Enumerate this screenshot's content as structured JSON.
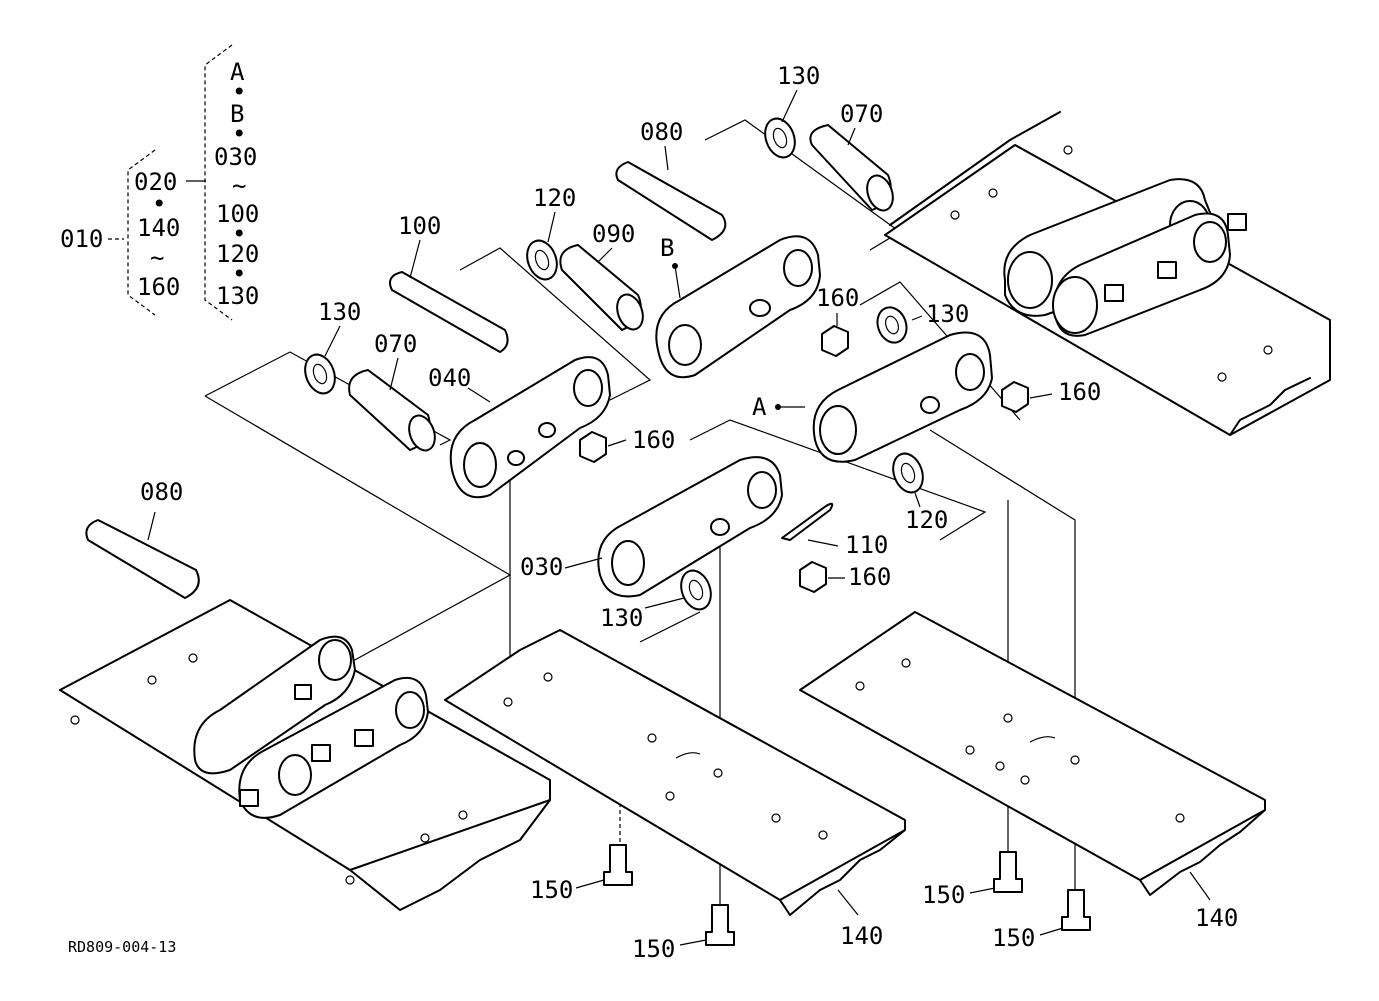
{
  "legend": {
    "root": "010",
    "group_a": [
      "020",
      "140",
      "160"
    ],
    "group_b": [
      "A",
      "B",
      "030",
      "100",
      "120",
      "130"
    ],
    "dot": "•",
    "tilde": "~"
  },
  "callouts": {
    "p080_top": "080",
    "p070_top": "070",
    "p130_top": "130",
    "p120_top": "120",
    "p090": "090",
    "p100": "100",
    "p130_left": "130",
    "p070_left": "070",
    "p040": "040",
    "p160_left": "160",
    "p160_mid": "160",
    "p130_right": "130",
    "p160_right": "160",
    "p120_right": "120",
    "p110": "110",
    "p030": "030",
    "p160_bottom": "160",
    "p130_bottom": "130",
    "p080_left": "080",
    "p150_a": "150",
    "p150_b": "150",
    "p150_c": "150",
    "p150_d": "150",
    "p140_a": "140",
    "p140_b": "140",
    "ref_A": "A",
    "ref_B": "B"
  },
  "footer": {
    "drawing_id": "RD809-004-13"
  }
}
